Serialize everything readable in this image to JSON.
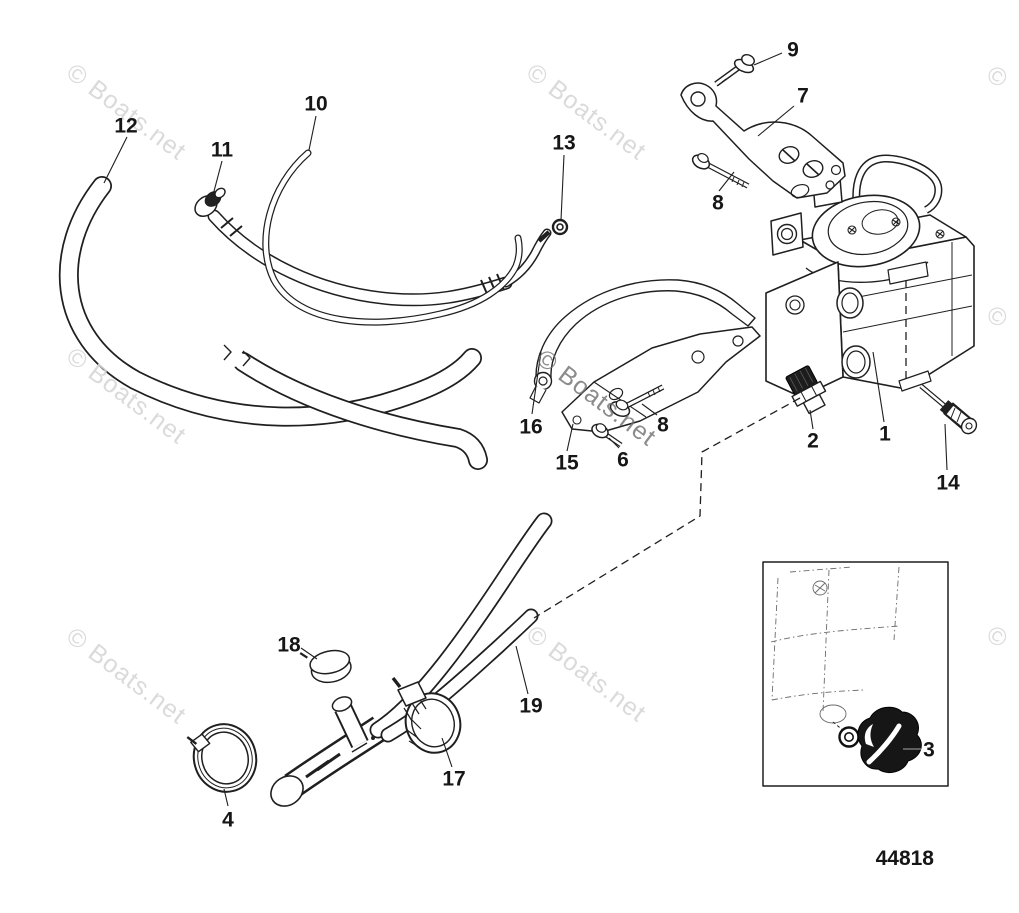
{
  "diagram": {
    "kind": "exploded-parts-diagram",
    "source_watermark": "© Boats.net",
    "watermark_symbol": "©",
    "drawing_number": "44818"
  },
  "callouts": [
    {
      "part": "1"
    },
    {
      "part": "2"
    },
    {
      "part": "3"
    },
    {
      "part": "4"
    },
    {
      "part": "6"
    },
    {
      "part": "7"
    },
    {
      "part": "8"
    },
    {
      "part": "8"
    },
    {
      "part": "9"
    },
    {
      "part": "10"
    },
    {
      "part": "11"
    },
    {
      "part": "12"
    },
    {
      "part": "13"
    },
    {
      "part": "14"
    },
    {
      "part": "15"
    },
    {
      "part": "16"
    },
    {
      "part": "17"
    },
    {
      "part": "18"
    },
    {
      "part": "19"
    }
  ]
}
